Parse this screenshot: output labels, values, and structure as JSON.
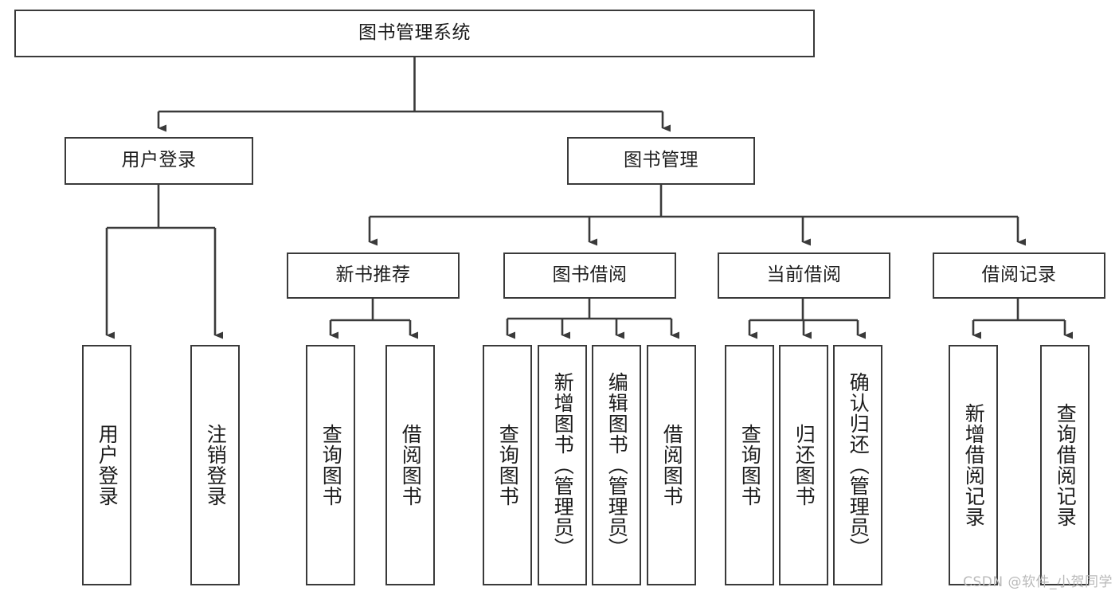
{
  "diagram": {
    "type": "tree-hierarchy",
    "orientation": "top-down",
    "root": {
      "id": "root",
      "label": "图书管理系统"
    },
    "level2": [
      {
        "id": "user-login",
        "label": "用户登录"
      },
      {
        "id": "book-manage",
        "label": "图书管理"
      }
    ],
    "level3": [
      {
        "id": "new-book-rec",
        "label": "新书推荐",
        "parent": "book-manage"
      },
      {
        "id": "book-borrow",
        "label": "图书借阅",
        "parent": "book-manage"
      },
      {
        "id": "current-borrow",
        "label": "当前借阅",
        "parent": "book-manage"
      },
      {
        "id": "borrow-record",
        "label": "借阅记录",
        "parent": "book-manage"
      }
    ],
    "leaves": [
      {
        "id": "leaf-user-login",
        "label": "用户登录",
        "parent": "user-login"
      },
      {
        "id": "leaf-logout",
        "label": "注销登录",
        "parent": "user-login"
      },
      {
        "id": "leaf-query-book-1",
        "label": "查询图书",
        "parent": "new-book-rec"
      },
      {
        "id": "leaf-borrow-book-1",
        "label": "借阅图书",
        "parent": "new-book-rec"
      },
      {
        "id": "leaf-query-book-2",
        "label": "查询图书",
        "parent": "book-borrow"
      },
      {
        "id": "leaf-add-book",
        "label": "新增图书（管理员）",
        "parent": "book-borrow"
      },
      {
        "id": "leaf-edit-book",
        "label": "编辑图书（管理员）",
        "parent": "book-borrow"
      },
      {
        "id": "leaf-borrow-book-2",
        "label": "借阅图书",
        "parent": "book-borrow"
      },
      {
        "id": "leaf-query-book-3",
        "label": "查询图书",
        "parent": "current-borrow"
      },
      {
        "id": "leaf-return-book",
        "label": "归还图书",
        "parent": "current-borrow"
      },
      {
        "id": "leaf-confirm-return",
        "label": "确认归还（管理员）",
        "parent": "current-borrow"
      },
      {
        "id": "leaf-add-record",
        "label": "新增借阅记录",
        "parent": "borrow-record"
      },
      {
        "id": "leaf-query-record",
        "label": "查询借阅记录",
        "parent": "borrow-record"
      }
    ],
    "watermark": "CSDN @软件_小贺同学",
    "colors": {
      "border": "#3a3a3a",
      "fill": "#ffffff",
      "text": "#1c1c1c",
      "watermark": "#b9b9b9"
    }
  }
}
